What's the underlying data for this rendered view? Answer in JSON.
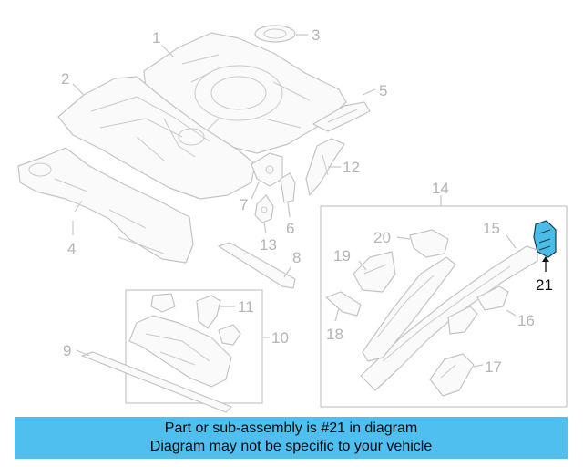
{
  "callouts": [
    "1",
    "2",
    "3",
    "4",
    "5",
    "6",
    "7",
    "8",
    "9",
    "10",
    "11",
    "12",
    "13",
    "14",
    "15",
    "16",
    "17",
    "18",
    "19",
    "20",
    "21"
  ],
  "highlighted_part": "21",
  "banner": {
    "line1": "Part or sub-assembly is #21 in diagram",
    "line2": "Diagram may not be specific to your vehicle",
    "color": "#4fbff0"
  },
  "colors": {
    "highlight": "#49bde6",
    "line": "#c4c4c4"
  }
}
